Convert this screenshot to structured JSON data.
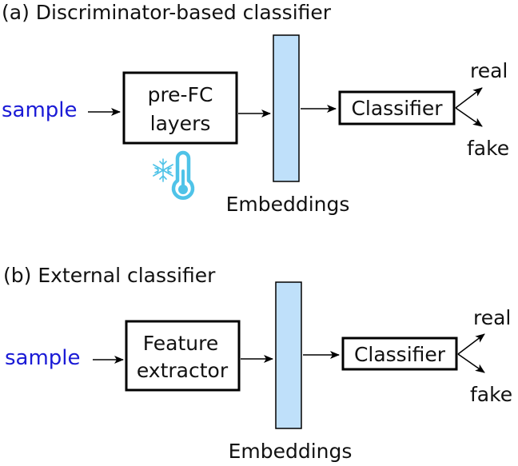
{
  "panel_a": {
    "title": "(a) Discriminator-based classifier",
    "input": "sample",
    "box1_line1": "pre-FC",
    "box1_line2": "layers",
    "embeddings": "Embeddings",
    "classifier": "Classifier",
    "out_real": "real",
    "out_fake": "fake",
    "frozen_icon": "snowflake-thermometer-icon"
  },
  "panel_b": {
    "title": "(b) External classifier",
    "input": "sample",
    "box1_line1": "Feature",
    "box1_line2": "extractor",
    "embeddings": "Embeddings",
    "classifier": "Classifier",
    "out_real": "real",
    "out_fake": "fake"
  },
  "colors": {
    "input_text": "#1a1ad6",
    "embeddings_fill": "#bfe0fa",
    "frozen_icon": "#4fc3e8"
  }
}
